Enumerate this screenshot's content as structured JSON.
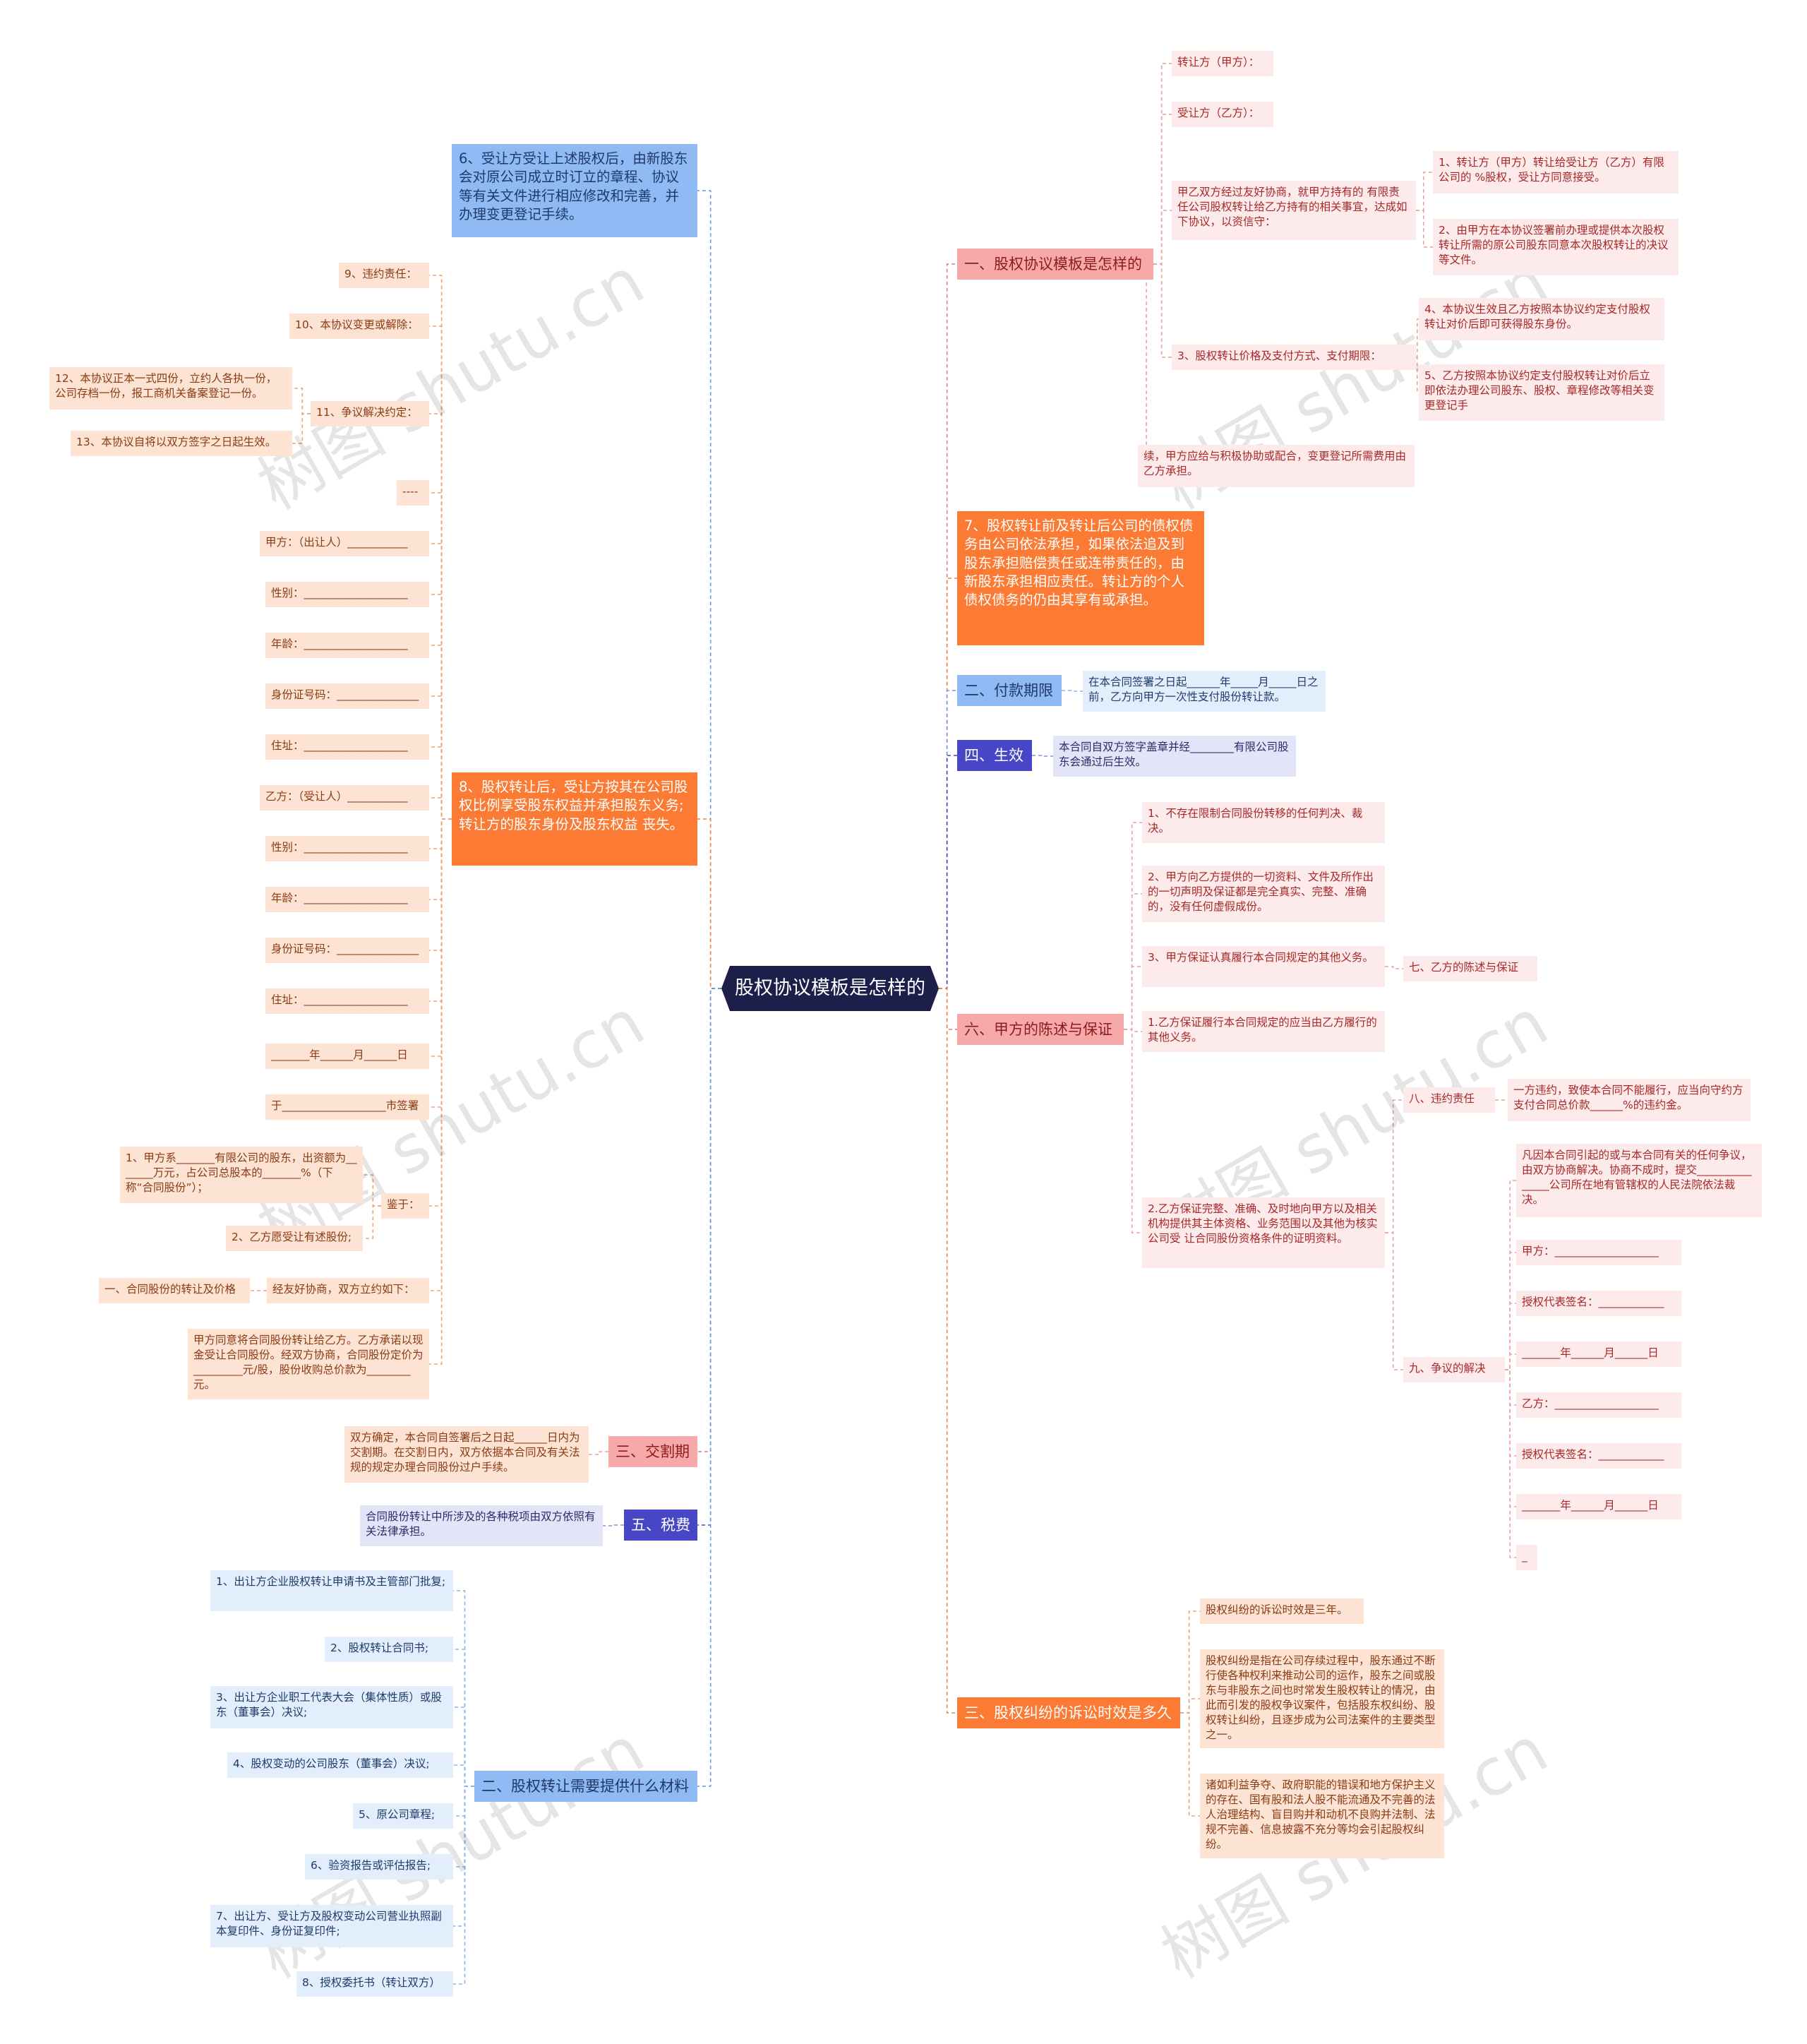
{
  "center": "股权协议模板是怎样的",
  "watermark": "树图 shutu.cn",
  "right": {
    "b1": {
      "label": "一、股权协议模板是怎样的",
      "transferor": "转让方（甲方）：",
      "transferee": "受让方（乙方）：",
      "intro": "甲乙双方经过友好协商，就甲方持有的 有限责任公司股权转让给乙方持有的相关事宜，达成如下协议，以资信守：",
      "i1": "1、转让方（甲方）转让给受让方（乙方）有限公司的 %股权，受让方同意接受。",
      "i2": "2、由甲方在本协议签署前办理或提供本次股权转让所需的原公司股东同意本次股权转让的决议等文件。",
      "i3": "3、股权转让价格及支付方式、支付期限：",
      "i4": "4、本协议生效且乙方按照本协议约定支付股权转让对价后即可获得股东身份。",
      "i5": "5、乙方按照本协议约定支付股权转让对价后立即依法办理公司股东、股权、章程修改等相关变更登记手",
      "i5b": "续，甲方应给与积极协助或配合，变更登记所需费用由乙方承担。"
    },
    "b7": {
      "label": "7、股权转让前及转让后公司的债权债务由公司依法承担，如果依法追及到股东承担赔偿责任或连带责任的，由新股东承担相应责任。转让方的个人债权债务的仍由其享有或承担。"
    },
    "b2": {
      "label": "二、付款期限",
      "text": "在本合同签署之日起______年_____月_____日之前，乙方向甲方一次性支付股份转让款。"
    },
    "b4": {
      "label": "四、生效",
      "text": "本合同自双方签字盖章并经________有限公司股东会通过后生效。"
    },
    "b6": {
      "label": "六、甲方的陈述与保证",
      "s1": "1、不存在限制合同股份转移的任何判决、裁决。",
      "s2": "2、甲方向乙方提供的一切资料、文件及所作出的一切声明及保证都是完全真实、完整、准确的，没有任何虚假成份。",
      "s3": "3、甲方保证认真履行本合同规定的其他义务。",
      "s7": "七、乙方的陈述与保证",
      "s4": "1.乙方保证履行本合同规定的应当由乙方履行的其他义务。",
      "s5": "2.乙方保证完整、准确、及时地向甲方以及相关机构提供其主体资格、业务范围以及其他为核实公司受 让合同股份资格条件的证明资料。",
      "b8": "八、违约责任",
      "b8t": "一方违约，致使本合同不能履行，应当向守约方支付合同总价款______%的违约金。",
      "b9": "九、争议的解决",
      "b9t": "凡因本合同引起的或与本合同有关的任何争议，由双方协商解决。协商不成时，提交_______________公司所在地有管辖权的人民法院依法裁决。",
      "partyA": "甲方：___________________",
      "repA": "授权代表签名：____________",
      "dateA": "_______年______月______日",
      "partyB": "乙方：___________________",
      "repB": "授权代表签名：____________",
      "dateB": "_______年______月______日",
      "blank": "_"
    },
    "b3": {
      "label": "三、股权纠纷的诉讼时效是多久",
      "t1": "股权纠纷的诉讼时效是三年。",
      "t2": "股权纠纷是指在公司存续过程中，股东通过不断行使各种权利来推动公司的运作，股东之间或股东与非股东之间也时常发生股权转让的情况，由此而引发的股权争议案件，包括股东权纠纷、股权转让纠纷，且逐步成为公司法案件的主要类型之一。",
      "t3": "诸如利益争夺、政府职能的错误和地方保护主义的存在、国有股和法人股不能流通及不完善的法人治理结构、盲目购并和动机不良购并法制、法规不完善、信息披露不充分等均会引起股权纠纷。"
    }
  },
  "left": {
    "b6l": {
      "label": "6、受让方受让上述股权后，由新股东会对原公司成立时订立的章程、协议等有关文件进行相应修改和完善，并办理变更登记手续。"
    },
    "b8l": {
      "label": "8、股权转让后，受让方按其在公司股权比例享受股东权益并承担股东义务;转让方的股东身份及股东权益 丧失。",
      "r9": "9、违约责任：",
      "r10": "10、本协议变更或解除：",
      "r11": "11、争议解决约定：",
      "r12": "12、本协议正本一式四份，立约人各执一份，公司存档一份，报工商机关备案登记一份。",
      "r13": "13、本协议自将以双方签字之日起生效。",
      "dash": "----",
      "partyA": "甲方：（出让人）___________",
      "sexA": "性别：___________________",
      "ageA": "年龄：___________________",
      "idA": "身份证号码：_______________",
      "addrA": "住址：___________________",
      "partyB": "乙方：（受让人）___________",
      "sexB": "性别：___________________",
      "ageB": "年龄：___________________",
      "idB": "身份证号码：_______________",
      "addrB": "住址：___________________",
      "date": "_______年______月______日",
      "place": "于___________________市签署",
      "jian": "鉴于：",
      "j1": "1、甲方系_______有限公司的股东，出资额为_______万元，占公司总股本的_______%（下称“合同股份”）；",
      "j2": "2、乙方愿受让有述股份;",
      "agree": "经友好协商，双方立约如下：",
      "agree1": "一、合同股份的转让及价格",
      "price": "甲方同意将合同股份转让给乙方。乙方承诺以现金受让合同股份。经双方协商，合同股份定价为_________元/股，股份收购总价款为________元。"
    },
    "b3l": {
      "label": "三、交割期",
      "text": "双方确定，本合同自签署后之日起______日内为交割期。在交割日内，双方依据本合同及有关法规的规定办理合同股份过户手续。"
    },
    "b5l": {
      "label": "五、税费",
      "text": "合同股份转让中所涉及的各种税项由双方依照有关法律承担。"
    },
    "b2l": {
      "label": "二、股权转让需要提供什么材料",
      "m1": "1、出让方企业股权转让申请书及主管部门批复;",
      "m2": "2、股权转让合同书;",
      "m3": "3、出让方企业职工代表大会（集体性质）或股东（董事会）决议;",
      "m4": "4、股权变动的公司股东（董事会）决议;",
      "m5": "5、原公司章程;",
      "m6": "6、验资报告或评估报告;",
      "m7": "7、出让方、受让方及股权变动公司营业执照副本复印件、身份证复印件;",
      "m8": "8、授权委托书（转让双方）"
    }
  },
  "colors": {
    "center": "#1c1f4a",
    "red_branch": "#f7a9a9",
    "orange_branch": "#fb7a34",
    "blue_branch": "#8fbaf3",
    "purple_branch": "#4646c6",
    "pink_leaf": "#fdeaea",
    "peach_leaf": "#fde3d3",
    "blue_leaf": "#e3eefc",
    "lilac_leaf": "#e4e4f8"
  }
}
